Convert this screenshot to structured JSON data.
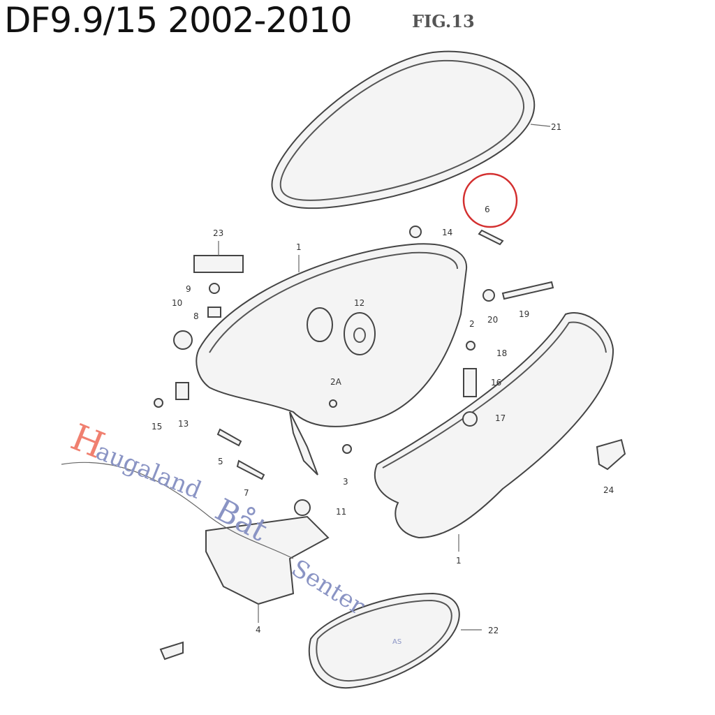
{
  "title": "DF9.9/15 2002-2010",
  "figure_label": "FIG.13",
  "highlight_color": "#d32f2f",
  "highlighted_part": "6",
  "callouts": [
    {
      "id": "21"
    },
    {
      "id": "6"
    },
    {
      "id": "14"
    },
    {
      "id": "23"
    },
    {
      "id": "1"
    },
    {
      "id": "9"
    },
    {
      "id": "10"
    },
    {
      "id": "8"
    },
    {
      "id": "12"
    },
    {
      "id": "2"
    },
    {
      "id": "20"
    },
    {
      "id": "19"
    },
    {
      "id": "18"
    },
    {
      "id": "16"
    },
    {
      "id": "17"
    },
    {
      "id": "2A"
    },
    {
      "id": "15"
    },
    {
      "id": "13"
    },
    {
      "id": "5"
    },
    {
      "id": "3"
    },
    {
      "id": "7"
    },
    {
      "id": "11"
    },
    {
      "id": "24"
    },
    {
      "id": "1"
    },
    {
      "id": "4"
    },
    {
      "id": "22"
    }
  ],
  "watermark": {
    "first_letter": "H",
    "word1": "augaland",
    "word2": "Båt",
    "word3": "Senter",
    "suffix": "AS"
  }
}
